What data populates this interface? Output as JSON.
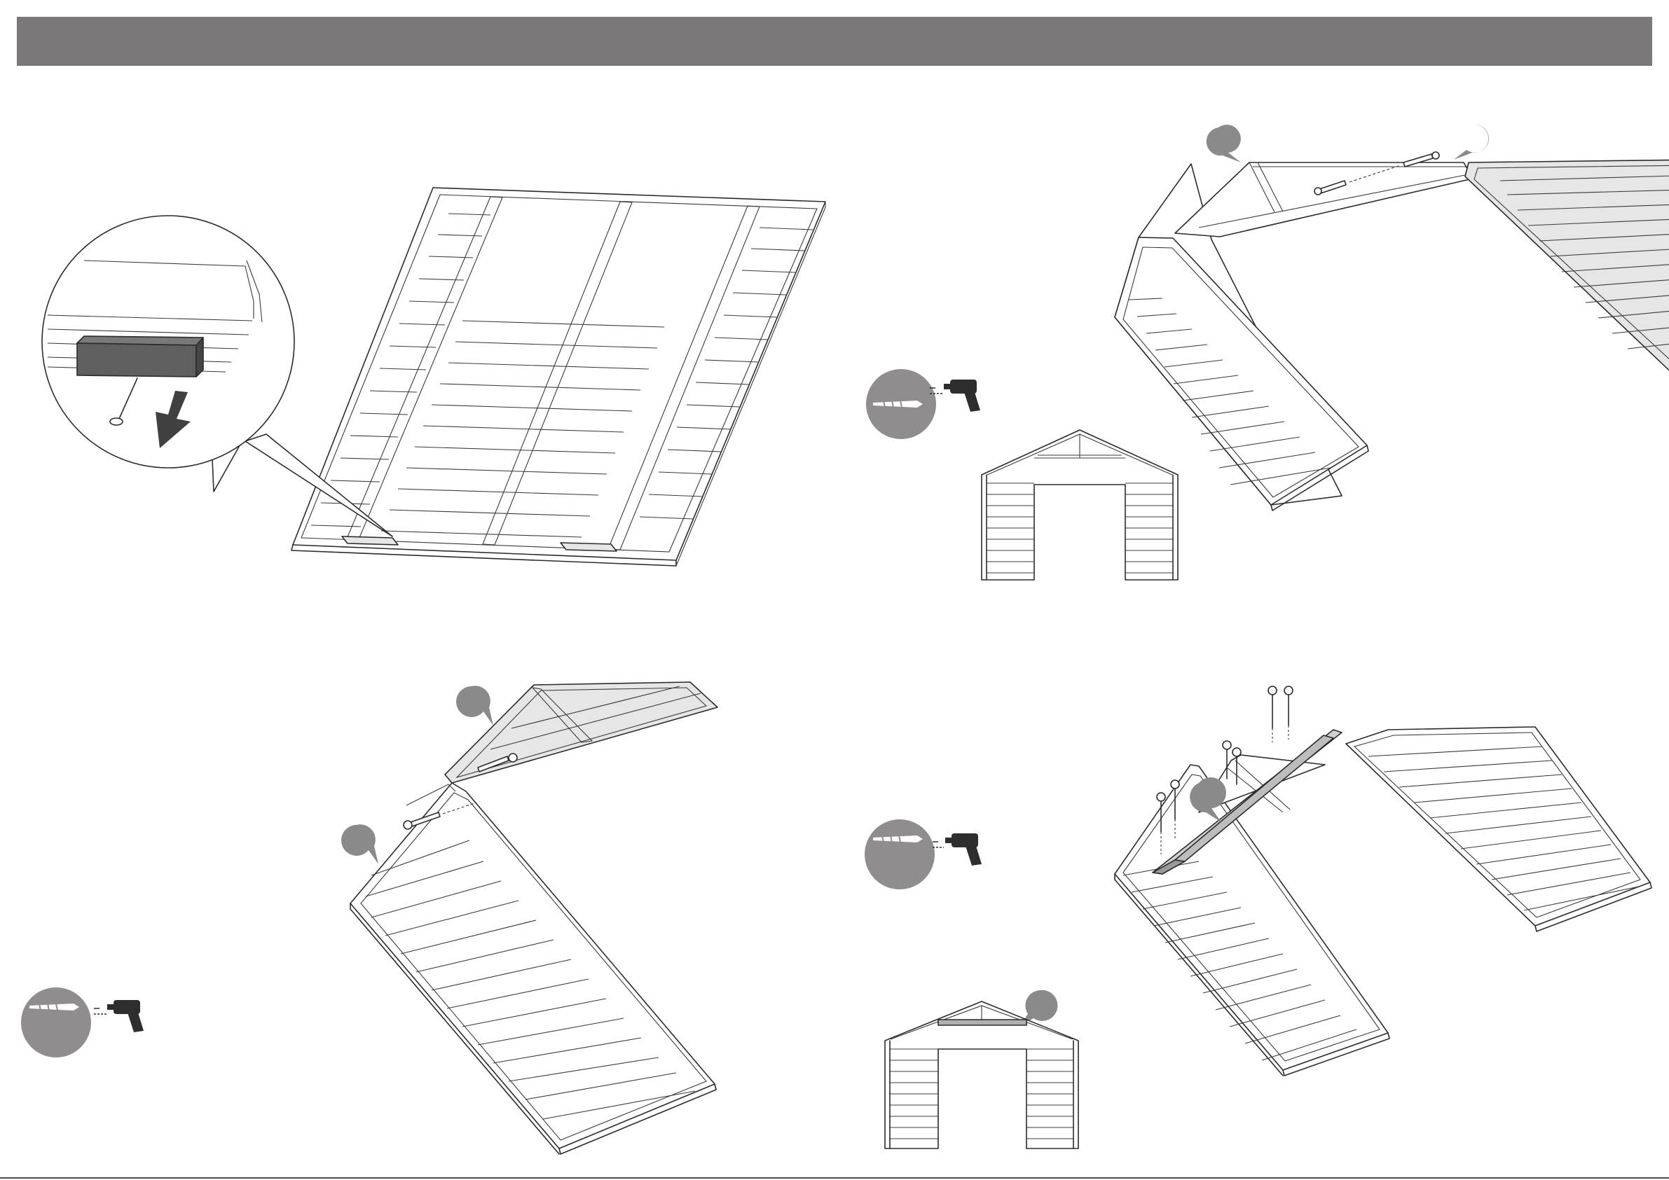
{
  "document": {
    "type": "assembly-instructions-page",
    "header_bar_color": "#7a7879",
    "accent_gray": "#8a8a8a"
  },
  "steps": [
    {
      "id": "panel-1",
      "illustration": "roof-panel-flat-with-zoom-callout",
      "icons": [
        "nail-icon",
        "down-arrow-icon",
        "batten-block-icon"
      ]
    },
    {
      "id": "panel-2",
      "illustration": "roof-panels-joined-with-gable-preview",
      "icons": [
        "screw-icon",
        "drill-icon",
        "callout-pin-icon"
      ]
    },
    {
      "id": "panel-3",
      "illustration": "roof-panel-raised-with-screw",
      "icons": [
        "screw-icon",
        "drill-icon",
        "callout-pin-icon"
      ]
    },
    {
      "id": "panel-4",
      "illustration": "roof-ridge-cap-with-screws-and-gable-preview",
      "icons": [
        "screw-icon",
        "drill-icon",
        "callout-pin-icon"
      ]
    }
  ]
}
